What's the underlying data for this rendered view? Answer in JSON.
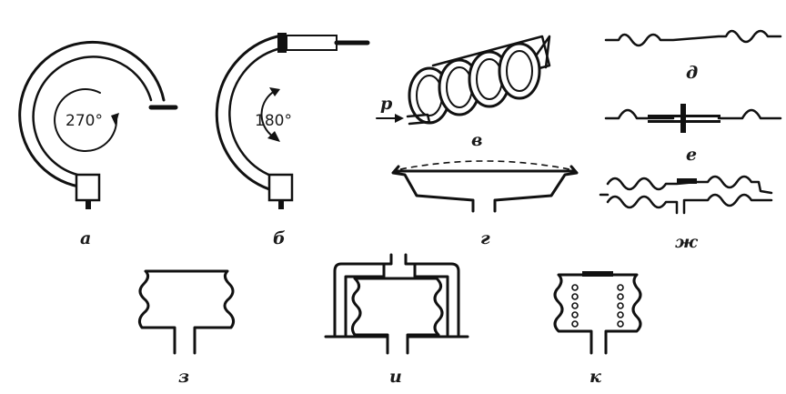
{
  "figure": {
    "labels": {
      "a": "а",
      "b": "б",
      "v": "в",
      "g": "г",
      "d": "д",
      "e": "е",
      "zh": "ж",
      "z": "з",
      "i": "и",
      "k": "к"
    },
    "angles": {
      "a": "270°",
      "b": "180°"
    },
    "pressure_label": "p"
  }
}
